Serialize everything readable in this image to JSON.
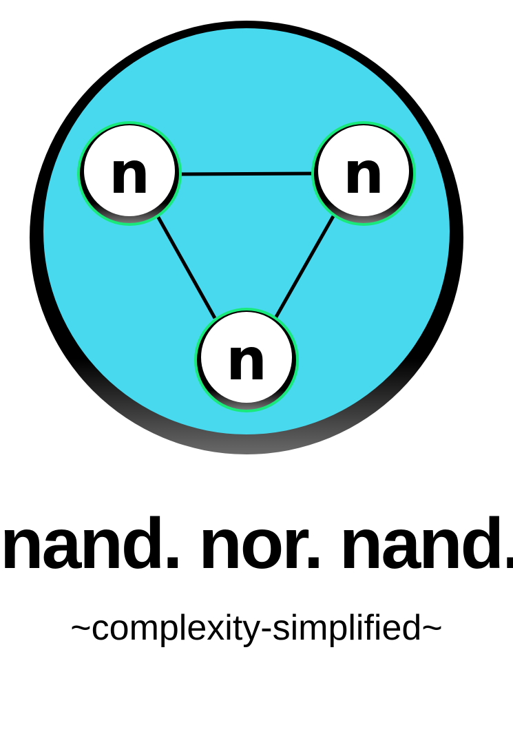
{
  "logo": {
    "node_letters": [
      "n",
      "n",
      "n"
    ],
    "colors": {
      "disc_fill": "#48d9ef",
      "disc_rim": "#000000",
      "node_fill": "#ffffff",
      "node_glow": "#19e87a",
      "edge": "#000000"
    }
  },
  "brand": {
    "title": "nand. nor. nand.",
    "tagline": "~complexity-simplified~"
  }
}
